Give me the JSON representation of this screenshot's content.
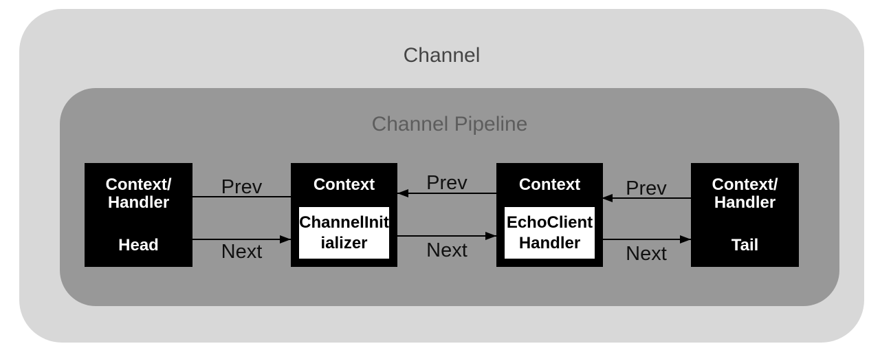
{
  "channel": {
    "label": "Channel"
  },
  "pipeline": {
    "label": "Channel Pipeline"
  },
  "nodes": [
    {
      "line1": "Context/",
      "line2": "Handler",
      "bottom": "Head"
    },
    {
      "title": "Context",
      "handler1": "ChannelInit",
      "handler2": "ializer"
    },
    {
      "title": "Context",
      "handler1": "EchoClient",
      "handler2": "Handler"
    },
    {
      "line1": "Context/",
      "line2": "Handler",
      "bottom": "Tail"
    }
  ],
  "connectors": [
    {
      "prev": "Prev",
      "next": "Next"
    },
    {
      "prev": "Prev",
      "next": "Next"
    },
    {
      "prev": "Prev",
      "next": "Next"
    }
  ],
  "colors": {
    "page_bg": "#ffffff",
    "channel_bg": "#d8d8d8",
    "pipeline_bg": "#989898",
    "channel_text": "#454545",
    "pipeline_text": "#5d5d5d",
    "node_bg": "#000000",
    "node_text": "#ffffff",
    "handler_bg": "#ffffff",
    "handler_text": "#000000",
    "line_color": "#000000",
    "label_text": "#111111"
  }
}
